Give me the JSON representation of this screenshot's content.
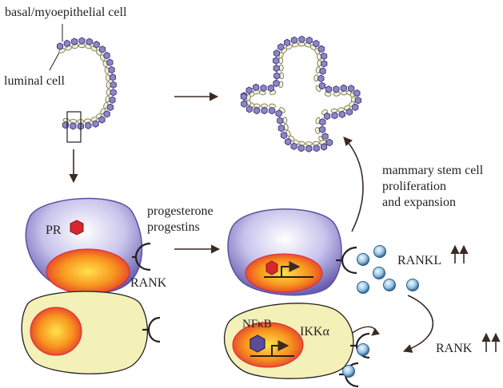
{
  "labels": {
    "basal_cell": "basal/myoepithelial cell",
    "luminal_cell": "luminal cell",
    "pr": "PR",
    "rank_receptor": "RANK",
    "hormones_line1": "progesterone",
    "hormones_line2": "progestins",
    "stem_line1": "mammary stem cell",
    "stem_line2": "proliferation",
    "stem_line3": "and expansion",
    "rankl": "RANKL",
    "nfkb": "NFκB",
    "ikka": "IKKα",
    "rank_right": "RANK"
  },
  "colors": {
    "duct_cell_fill": "#8c86c4",
    "duct_cell_stroke": "#3d3478",
    "basal_cell_fill": "#f4f1d4",
    "pr_cell_edge": "#6a5fb0",
    "pr_cell_center": "#ffffff",
    "yellow_cell_fill": "#f3f0b8",
    "nucleus_outer": "#d7263d",
    "nucleus_inner": "#ffd23a",
    "rankl_ball_edge": "#2c5c86",
    "rankl_ball_center": "#d9ecf7",
    "pr_hexagon": "#d7262e",
    "nfkb_hexagon": "#5b4d9a",
    "arrow": "#3b2a22"
  }
}
